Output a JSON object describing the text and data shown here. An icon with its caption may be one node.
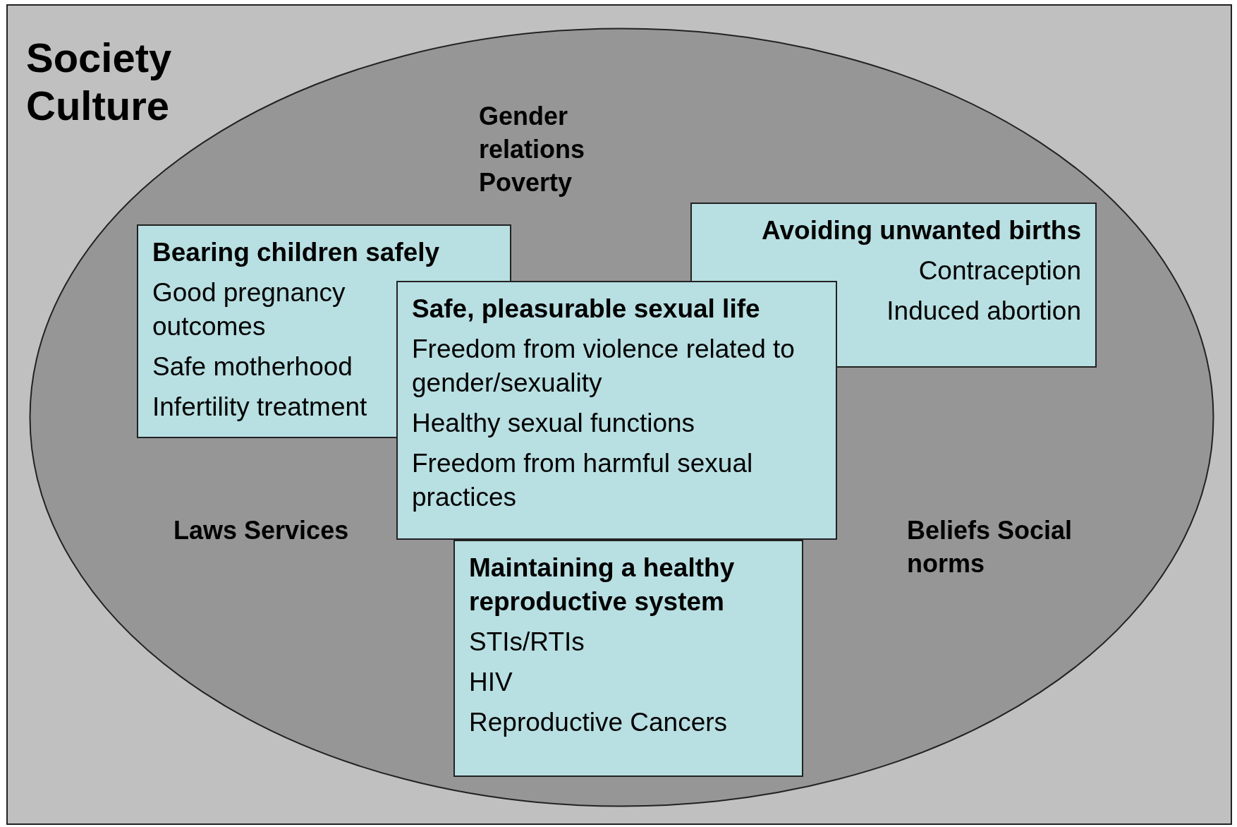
{
  "diagram": {
    "nodes": [
      {
        "text": [
          "Society Culture"
        ]
      },
      {
        "text": [
          "Gender relations Poverty",
          "Laws Services",
          "Beliefs Social norms"
        ],
        "in": 0
      },
      {
        "text": [
          "Bearing children safely",
          "Good pregnancy outcomes",
          "Safe motherhood",
          "Infertility treatment"
        ],
        "in": 1
      },
      {
        "text": [
          "Avoiding unwanted births",
          "Contraception",
          "Induced abortion"
        ],
        "in": 1
      },
      {
        "text": [
          "Safe, pleasurable sexual life",
          "Freedom from violence related to gender/sexuality",
          "Healthy sexual functions",
          "Freedom from harmful sexual practices"
        ],
        "in": 1
      },
      {
        "text": [
          "Maintaining a healthy reproductive system",
          "STIs/RTIs",
          "HIV",
          "Reproductive Cancers"
        ],
        "in": 1
      }
    ]
  }
}
